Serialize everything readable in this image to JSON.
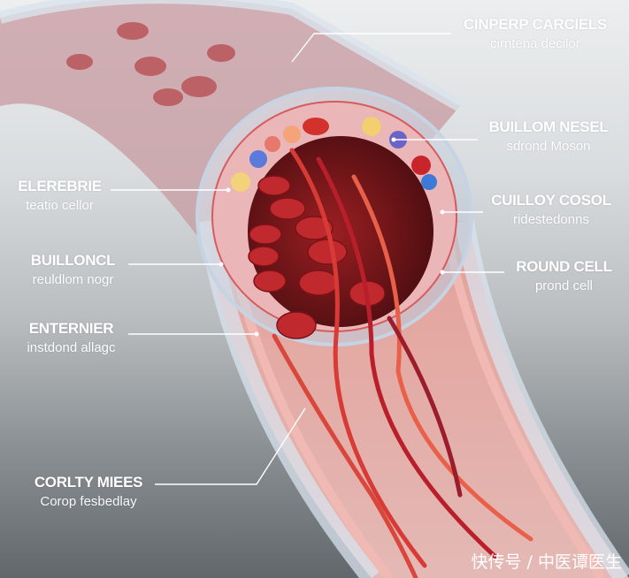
{
  "labels": {
    "top_right": {
      "title": "CINPERP CARCIELS",
      "subtitle": "cirntena decilor"
    },
    "right_1": {
      "title": "BUILLOM NESEL",
      "subtitle": "sdrond Moson"
    },
    "right_2": {
      "title": "CUILLOY COSOL",
      "subtitle": "ridestedonns"
    },
    "right_3": {
      "title": "ROUND CELL",
      "subtitle": "prond cell"
    },
    "left_1": {
      "title": "ELEREBRIE",
      "subtitle": "teatio cellor"
    },
    "left_2": {
      "title": "BUILLONCL",
      "subtitle": "reuldlom nogr"
    },
    "left_3": {
      "title": "ENTERNIER",
      "subtitle": "instdond allagc"
    },
    "left_4": {
      "title": "CORLTY MIEES",
      "subtitle": "Corop fesbedlay"
    }
  },
  "watermark": "快传号 / 中医谭医生",
  "colors": {
    "vessel_wall": "#e9a9b0",
    "blood_cell": "#b8232a",
    "background_top": "#eceeef",
    "background_bottom": "#62676b"
  }
}
